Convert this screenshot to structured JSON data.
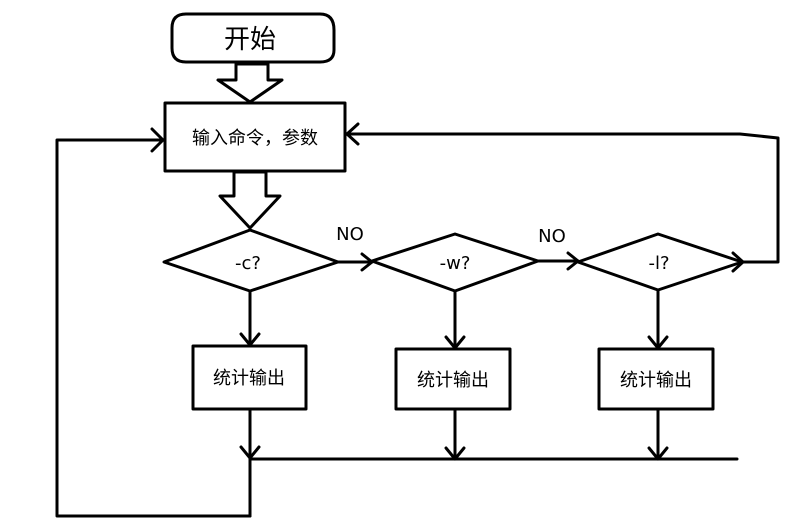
{
  "nodes": {
    "start": "开始",
    "input": "输入命令，参数",
    "decision_c": "-c?",
    "decision_w": "-w?",
    "decision_l": "-l?",
    "output_c": "统计输出",
    "output_w": "统计输出",
    "output_l": "统计输出"
  },
  "edges": {
    "c_to_w": "NO",
    "w_to_l": "NO"
  }
}
